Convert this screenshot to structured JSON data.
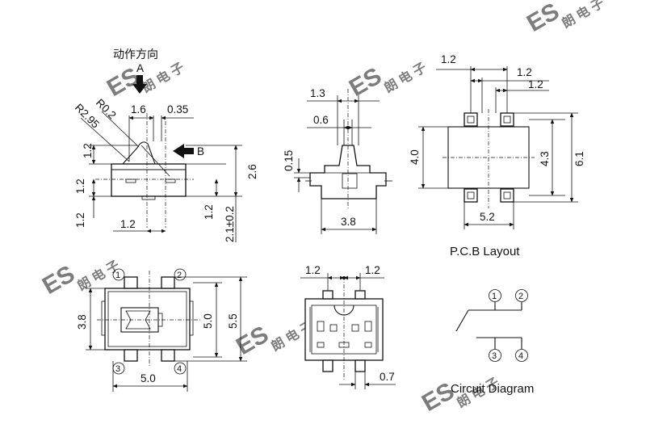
{
  "side_view": {
    "action_direction_label": "动作方向",
    "arrow_a_label": "A",
    "arrow_b_label": "B",
    "dim_r02": "R0.2",
    "dim_r295": "R2.95",
    "dim_top_16": "1.6",
    "dim_top_035": "0.35",
    "dim_left_12": "1.2",
    "dim_left_12_lower": "1.2",
    "dim_bottom_12": "1.2",
    "dim_right_26": "2.6",
    "dim_right_12": "1.2",
    "dim_right_21": "2.1±0.2"
  },
  "front_view": {
    "dim_13": "1.3",
    "dim_06": "0.6",
    "dim_015": "0.15",
    "dim_38": "3.8"
  },
  "pcb_layout": {
    "caption": "P.C.B Layout",
    "dim_top_12a": "1.2",
    "dim_top_12b": "1.2",
    "dim_top_12c": "1.2",
    "dim_40": "4.0",
    "dim_43": "4.3",
    "dim_61": "6.1",
    "dim_52": "5.2"
  },
  "top_view": {
    "pin1": "1",
    "pin2": "2",
    "pin3": "3",
    "pin4": "4",
    "dim_38": "3.8",
    "dim_50_v": "5.0",
    "dim_55": "5.5",
    "dim_50_h": "5.0"
  },
  "bottom_view": {
    "dim_12a": "1.2",
    "dim_12b": "1.2",
    "dim_07": "0.7"
  },
  "circuit": {
    "caption": "Circuit Diagram",
    "pin1": "1",
    "pin2": "2",
    "pin3": "3",
    "pin4": "4"
  },
  "watermark": {
    "logo": "ES",
    "chars": "朗 电 子"
  }
}
